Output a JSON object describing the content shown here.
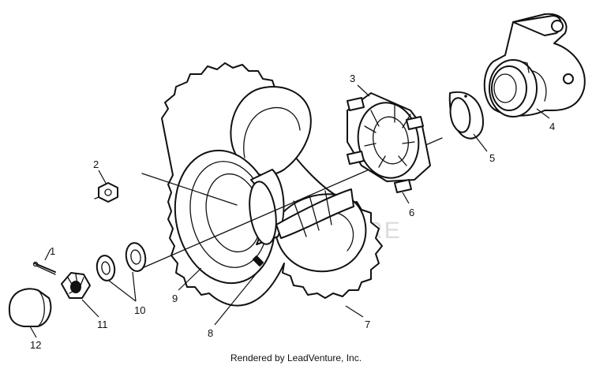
{
  "diagram": {
    "callouts": [
      {
        "id": "1",
        "label": "1"
      },
      {
        "id": "2",
        "label": "2"
      },
      {
        "id": "3",
        "label": "3"
      },
      {
        "id": "4",
        "label": "4"
      },
      {
        "id": "5",
        "label": "5"
      },
      {
        "id": "6",
        "label": "6"
      },
      {
        "id": "7",
        "label": "7"
      },
      {
        "id": "8",
        "label": "8"
      },
      {
        "id": "9",
        "label": "9"
      },
      {
        "id": "10",
        "label": "10"
      },
      {
        "id": "11",
        "label": "11"
      },
      {
        "id": "12",
        "label": "12"
      }
    ],
    "watermark": "LEADVENTURE",
    "credit": "Rendered by LeadVenture, Inc."
  }
}
